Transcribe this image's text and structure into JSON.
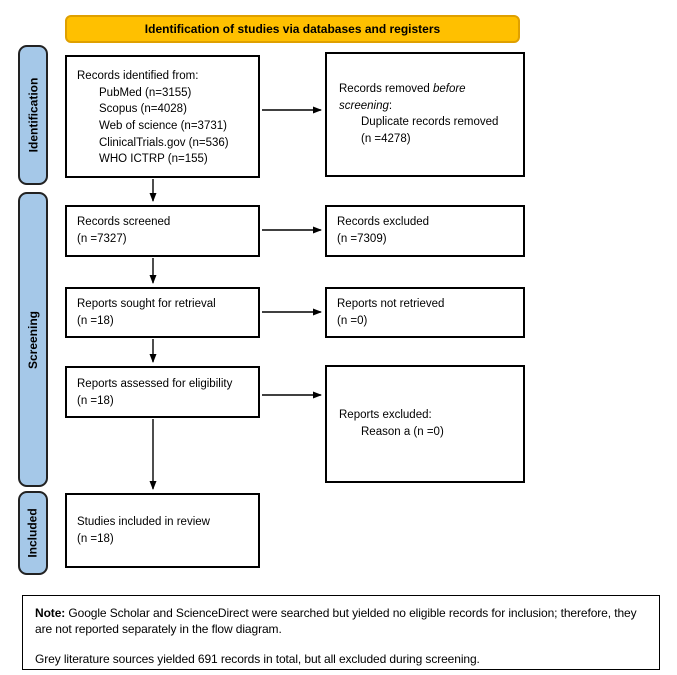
{
  "banner": {
    "label": "Identification of studies via databases and registers"
  },
  "colors": {
    "banner_fill": "#FFC000",
    "banner_border": "#DFA000",
    "stage_fill": "#A5C8E8",
    "box_border": "#000000"
  },
  "stages": [
    {
      "label": "Identification"
    },
    {
      "label": "Screening"
    },
    {
      "label": "Included"
    }
  ],
  "boxes": {
    "records_identified": {
      "title": "Records identified from:",
      "items": [
        "PubMed (n=3155)",
        "Scopus (n=4028)",
        "Web of science (n=3731)",
        "ClinicalTrials.gov (n=536)",
        "WHO ICTRP (n=155)"
      ]
    },
    "records_removed": {
      "line1_prefix": "Records removed ",
      "line1_italic": "before screening",
      "line1_suffix": ":",
      "items": [
        "Duplicate records removed",
        "(n =4278)"
      ]
    },
    "records_screened": {
      "lines": [
        "Records screened",
        "(n =7327)"
      ]
    },
    "records_excluded": {
      "lines": [
        "Records excluded",
        "(n =7309)"
      ]
    },
    "reports_sought": {
      "lines": [
        "Reports sought for retrieval",
        "(n =18)"
      ]
    },
    "reports_not_retrieved": {
      "lines": [
        "Reports not retrieved",
        "(n =0)"
      ]
    },
    "reports_assessed": {
      "lines": [
        "Reports assessed for eligibility",
        "(n =18)"
      ]
    },
    "reports_excluded": {
      "title": "Reports excluded:",
      "items": [
        "Reason a (n =0)"
      ]
    },
    "studies_included": {
      "lines": [
        "Studies included in review",
        "(n =18)"
      ]
    }
  },
  "note": {
    "label": "Note:",
    "line1": " Google Scholar and ScienceDirect were searched but yielded no eligible records for inclusion; therefore, they are not reported separately in the flow diagram.",
    "line2": "Grey literature sources yielded 691 records in total, but all excluded during screening."
  }
}
